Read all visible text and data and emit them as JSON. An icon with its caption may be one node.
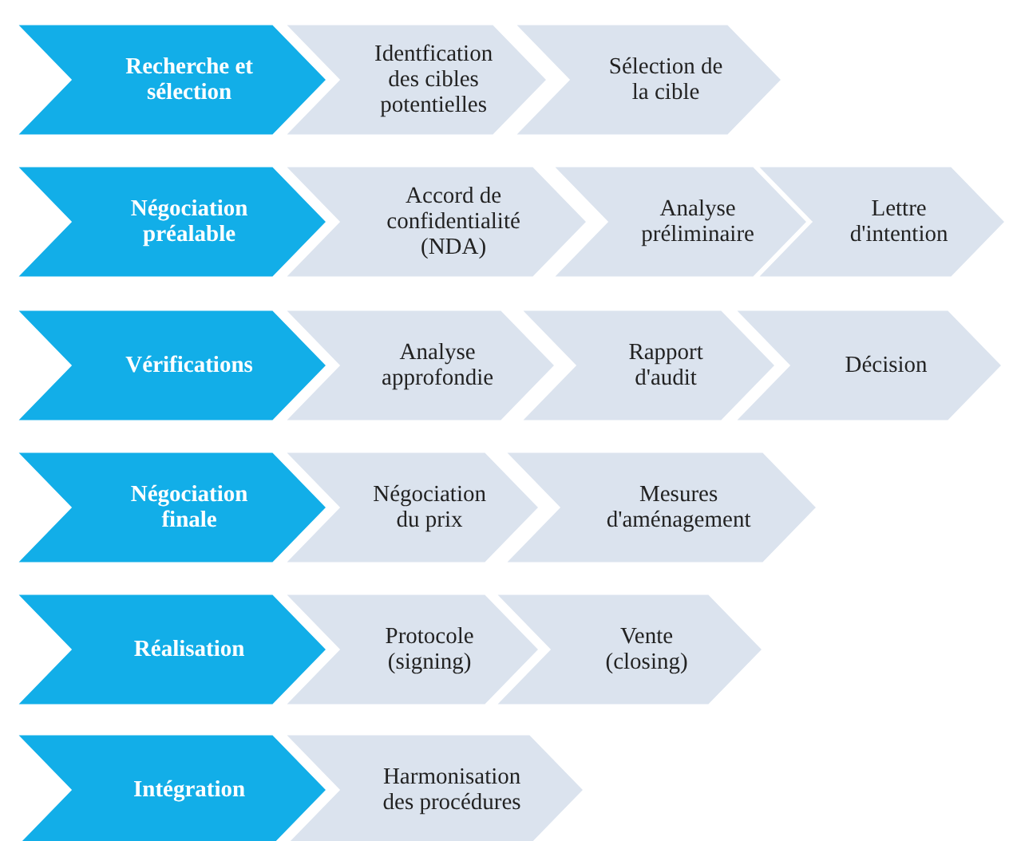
{
  "diagram": {
    "nodes": [
      {
        "text": [
          "Recherche et sélection"
        ]
      },
      {
        "text": [
          "Identfication des cibles potentielles"
        ]
      },
      {
        "text": [
          "Sélection de la cible"
        ]
      },
      {
        "text": [
          "Négociation préalable"
        ]
      },
      {
        "text": [
          "Accord de confidentialité (NDA)"
        ]
      },
      {
        "text": [
          "Analyse préliminaire"
        ]
      },
      {
        "text": [
          "Lettre d'intention"
        ]
      },
      {
        "text": [
          "Vérifications"
        ]
      },
      {
        "text": [
          "Analyse approfondie"
        ]
      },
      {
        "text": [
          "Rapport d'audit"
        ]
      },
      {
        "text": [
          "Décision"
        ]
      },
      {
        "text": [
          "Négociation finale"
        ]
      },
      {
        "text": [
          "Négociation du prix"
        ]
      },
      {
        "text": [
          "Mesures d'aménagement"
        ]
      },
      {
        "text": [
          "Réalisation"
        ]
      },
      {
        "text": [
          "Protocole (signing)"
        ]
      },
      {
        "text": [
          "Vente (closing)"
        ]
      },
      {
        "text": [
          "Intégration"
        ]
      },
      {
        "text": [
          "Harmonisation des procédures"
        ]
      }
    ]
  }
}
